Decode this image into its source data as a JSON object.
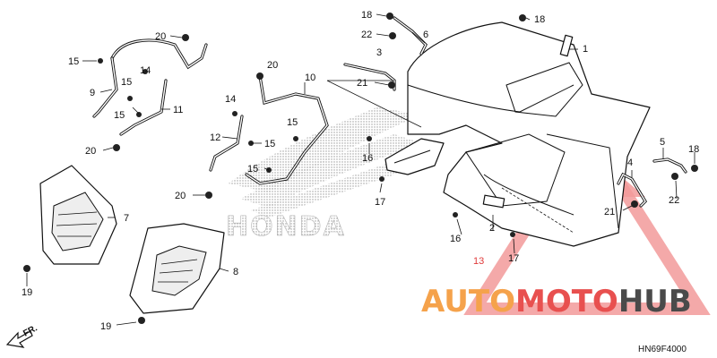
{
  "diagram": {
    "code": "HN69F4000",
    "direction_label": "FR.",
    "watermark_logo_text": "HONDA",
    "brand": {
      "part1": "AUTO",
      "part2": "MOTO",
      "part3": "HUB",
      "color_orange": "#f5a24b",
      "color_red": "#e8504f",
      "color_gray": "#4a4a4a"
    },
    "callouts": [
      {
        "id": "c18a",
        "text": "18"
      },
      {
        "id": "c22a",
        "text": "22"
      },
      {
        "id": "c6",
        "text": "6"
      },
      {
        "id": "c18b",
        "text": "18"
      },
      {
        "id": "c1",
        "text": "1"
      },
      {
        "id": "c20a",
        "text": "20"
      },
      {
        "id": "c15a",
        "text": "15"
      },
      {
        "id": "c14a",
        "text": "14"
      },
      {
        "id": "c15b",
        "text": "15"
      },
      {
        "id": "c9",
        "text": "9"
      },
      {
        "id": "c15c",
        "text": "15"
      },
      {
        "id": "c11",
        "text": "11"
      },
      {
        "id": "c20b",
        "text": "20"
      },
      {
        "id": "c3",
        "text": "3"
      },
      {
        "id": "c21a",
        "text": "21"
      },
      {
        "id": "c20c",
        "text": "20"
      },
      {
        "id": "c10",
        "text": "10"
      },
      {
        "id": "c14b",
        "text": "14"
      },
      {
        "id": "c15d",
        "text": "15"
      },
      {
        "id": "c12",
        "text": "12"
      },
      {
        "id": "c15e",
        "text": "15"
      },
      {
        "id": "c15f",
        "text": "15"
      },
      {
        "id": "c20d",
        "text": "20"
      },
      {
        "id": "c16a",
        "text": "16"
      },
      {
        "id": "c17a",
        "text": "17"
      },
      {
        "id": "c7",
        "text": "7"
      },
      {
        "id": "c19a",
        "text": "19"
      },
      {
        "id": "c8",
        "text": "8"
      },
      {
        "id": "c19b",
        "text": "19"
      },
      {
        "id": "c2",
        "text": "2"
      },
      {
        "id": "c13",
        "text": "13"
      },
      {
        "id": "c16b",
        "text": "16"
      },
      {
        "id": "c17b",
        "text": "17"
      },
      {
        "id": "c5",
        "text": "5"
      },
      {
        "id": "c18c",
        "text": "18"
      },
      {
        "id": "c4",
        "text": "4"
      },
      {
        "id": "c21b",
        "text": "21"
      },
      {
        "id": "c22b",
        "text": "22"
      }
    ]
  }
}
